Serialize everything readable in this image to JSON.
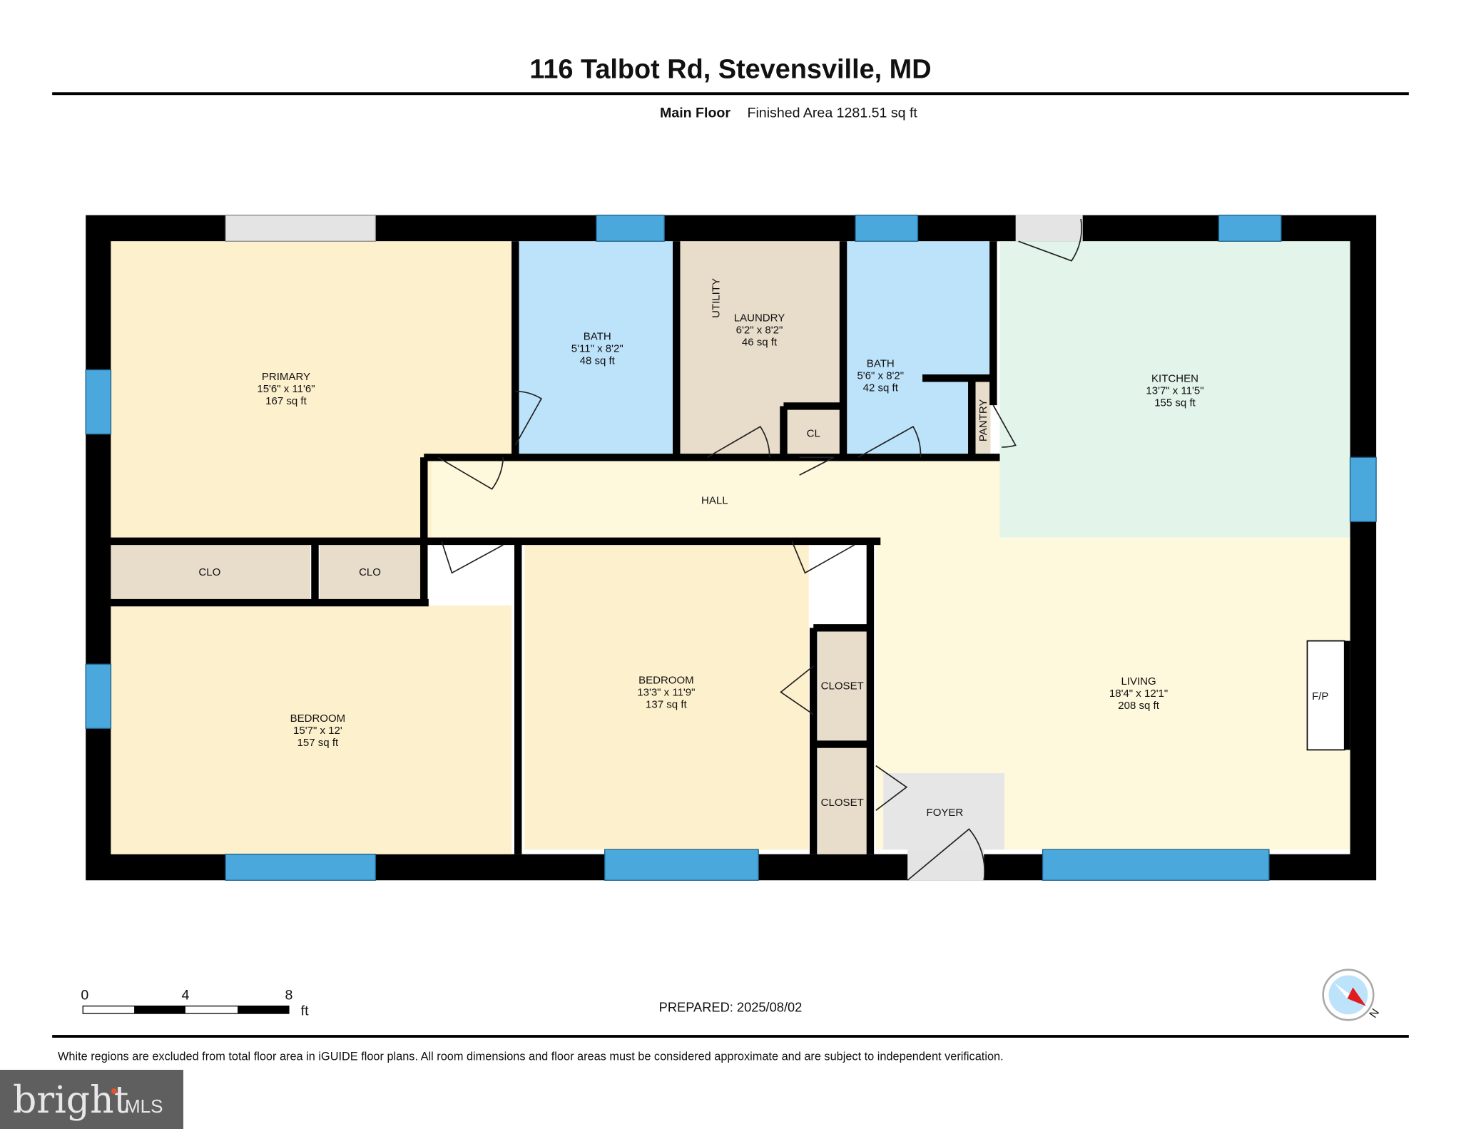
{
  "header": {
    "title": "116 Talbot Rd, Stevensville, MD",
    "floor": "Main Floor",
    "finished_area": "Finished Area 1281.51 sq ft"
  },
  "rooms": {
    "primary": {
      "name": "PRIMARY",
      "dims": "15'6\" x 11'6\"",
      "area": "167 sq ft"
    },
    "bath1": {
      "name": "BATH",
      "dims": "5'11\" x 8'2\"",
      "area": "48 sq ft"
    },
    "laundry": {
      "name": "LAUNDRY",
      "dims": "6'2\" x 8'2\"",
      "area": "46 sq ft",
      "tag": "UTILITY"
    },
    "bath2": {
      "name": "BATH",
      "dims": "5'6\" x 8'2\"",
      "area": "42 sq ft"
    },
    "kitchen": {
      "name": "KITCHEN",
      "dims": "13'7\" x 11'5\"",
      "area": "155 sq ft"
    },
    "bedroom1": {
      "name": "BEDROOM",
      "dims": "15'7\" x 12'",
      "area": "157 sq ft"
    },
    "bedroom2": {
      "name": "BEDROOM",
      "dims": "13'3\" x 11'9\"",
      "area": "137 sq ft"
    },
    "living": {
      "name": "LIVING",
      "dims": "18'4\" x 12'1\"",
      "area": "208 sq ft"
    },
    "hall": "HALL",
    "clo1": "CLO",
    "clo2": "CLO",
    "cl": "CL",
    "pantry": "PANTRY",
    "closet1": "CLOSET",
    "closet2": "CLOSET",
    "foyer": "FOYER",
    "fp": "F/P"
  },
  "colors": {
    "bedroom": "#fdf0cc",
    "bath": "#bde3fb",
    "utility": "#e8dccb",
    "kitchen": "#e3f4ea",
    "hall": "#fef8dc",
    "window": "#4aa8dc"
  },
  "scale": {
    "ticks": [
      "0",
      "4",
      "8"
    ],
    "unit": "ft"
  },
  "prepared": "PREPARED: 2025/08/02",
  "compass": {
    "label": "N",
    "icon": "compass-icon"
  },
  "disclaimer": "White regions are excluded from total floor area in iGUIDE floor plans. All room dimensions and floor areas must be considered approximate and are subject to independent verification.",
  "logo": {
    "text": "bright MLS"
  }
}
